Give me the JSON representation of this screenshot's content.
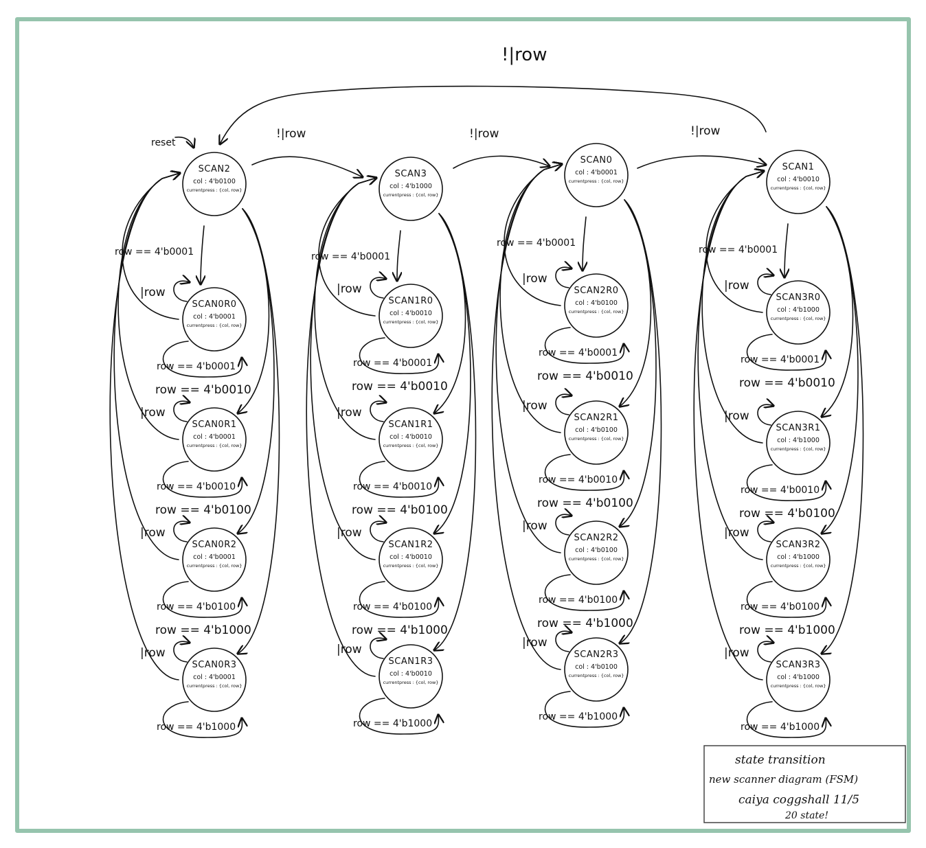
{
  "frame_color": "#96c4ad",
  "reset_label": "reset",
  "global_label": "!|row",
  "top_transition_labels": [
    "!|row",
    "!|row",
    "!|row"
  ],
  "columns": [
    {
      "scan": {
        "name": "SCAN2",
        "col": "col : 4'b0100",
        "press": "currentpress : {col, row}"
      },
      "entry_label": "row == 4'b0001",
      "rows": [
        {
          "name": "SCAN0R0",
          "col": "col : 4'b0001",
          "press": "currentpress : {col, row}",
          "self_label": "|row",
          "hold_label": "row == 4'b0001",
          "next_label": "row == 4'b0010"
        },
        {
          "name": "SCAN0R1",
          "col": "col : 4'b0001",
          "press": "currentpress : {col, row}",
          "self_label": "|row",
          "hold_label": "row == 4'b0010",
          "next_label": "row == 4'b0100"
        },
        {
          "name": "SCAN0R2",
          "col": "col : 4'b0001",
          "press": "currentpress : {col, row}",
          "self_label": "|row",
          "hold_label": "row == 4'b0100",
          "next_label": "row == 4'b1000"
        },
        {
          "name": "SCAN0R3",
          "col": "col : 4'b0001",
          "press": "currentpress : {col, row}",
          "self_label": "|row",
          "hold_label": "row == 4'b1000",
          "next_label": ""
        }
      ]
    },
    {
      "scan": {
        "name": "SCAN3",
        "col": "col : 4'b1000",
        "press": "currentpress : {col, row}"
      },
      "entry_label": "row == 4'b0001",
      "rows": [
        {
          "name": "SCAN1R0",
          "col": "col : 4'b0010",
          "press": "currentpress : {col, row}",
          "self_label": "|row",
          "hold_label": "row == 4'b0001",
          "next_label": "row == 4'b0010"
        },
        {
          "name": "SCAN1R1",
          "col": "col : 4'b0010",
          "press": "currentpress : {col, row}",
          "self_label": "|row",
          "hold_label": "row == 4'b0010",
          "next_label": "row == 4'b0100"
        },
        {
          "name": "SCAN1R2",
          "col": "col : 4'b0010",
          "press": "currentpress : {col, row}",
          "self_label": "|row",
          "hold_label": "row == 4'b0100",
          "next_label": "row == 4'b1000"
        },
        {
          "name": "SCAN1R3",
          "col": "col : 4'b0010",
          "press": "currentpress : {col, row}",
          "self_label": "|row",
          "hold_label": "row == 4'b1000",
          "next_label": ""
        }
      ]
    },
    {
      "scan": {
        "name": "SCAN0",
        "col": "col : 4'b0001",
        "press": "currentpress : {col, row}"
      },
      "entry_label": "row == 4'b0001",
      "rows": [
        {
          "name": "SCAN2R0",
          "col": "col : 4'b0100",
          "press": "currentpress : {col, row}",
          "self_label": "|row",
          "hold_label": "row == 4'b0001",
          "next_label": "row == 4'b0010"
        },
        {
          "name": "SCAN2R1",
          "col": "col : 4'b0100",
          "press": "currentpress : {col, row}",
          "self_label": "|row",
          "hold_label": "row == 4'b0010",
          "next_label": "row == 4'b0100"
        },
        {
          "name": "SCAN2R2",
          "col": "col : 4'b0100",
          "press": "currentpress : {col, row}",
          "self_label": "|row",
          "hold_label": "row == 4'b0100",
          "next_label": "row == 4'b1000"
        },
        {
          "name": "SCAN2R3",
          "col": "col : 4'b0100",
          "press": "currentpress : {col, row}",
          "self_label": "|row",
          "hold_label": "row == 4'b1000",
          "next_label": ""
        }
      ]
    },
    {
      "scan": {
        "name": "SCAN1",
        "col": "col : 4'b0010",
        "press": "currentpress : {col, row}"
      },
      "entry_label": "row == 4'b0001",
      "rows": [
        {
          "name": "SCAN3R0",
          "col": "col : 4'b1000",
          "press": "currentpress : {col, row}",
          "self_label": "|row",
          "hold_label": "row == 4'b0001",
          "next_label": "row == 4'b0010"
        },
        {
          "name": "SCAN3R1",
          "col": "col : 4'b1000",
          "press": "currentpress : {col, row}",
          "self_label": "|row",
          "hold_label": "row == 4'b0010",
          "next_label": "row == 4'b0100"
        },
        {
          "name": "SCAN3R2",
          "col": "col : 4'b1000",
          "press": "currentpress : {col, row}",
          "self_label": "|row",
          "hold_label": "row == 4'b0100",
          "next_label": "row == 4'b1000"
        },
        {
          "name": "SCAN3R3",
          "col": "col : 4'b1000",
          "press": "currentpress : {col, row}",
          "self_label": "|row",
          "hold_label": "row == 4'b1000",
          "next_label": ""
        }
      ]
    }
  ],
  "legend": {
    "line1": "state transition",
    "line2": "new scanner diagram (FSM)",
    "line3": "caiya coggshall 11/5",
    "line4": "20 state!"
  }
}
